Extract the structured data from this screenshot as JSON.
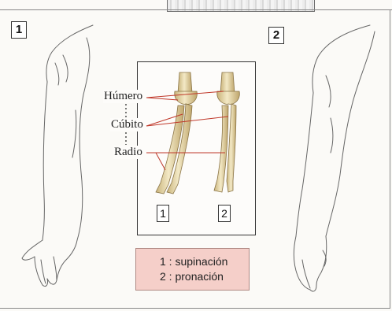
{
  "panels": {
    "left": "1",
    "right": "2"
  },
  "bone_labels": {
    "humerus": "Húmero",
    "ulna": "Cúbito",
    "radius": "Radio"
  },
  "bone_numbers": {
    "first": "1",
    "second": "2"
  },
  "legend": {
    "line1": "1 : supinación",
    "line2": "2 : pronación",
    "background": "#f5cfc9"
  },
  "colors": {
    "bone": "#e9dcae",
    "bone_shadow": "#b9a36a",
    "leader_line": "#c0392b",
    "outline": "#444444"
  }
}
